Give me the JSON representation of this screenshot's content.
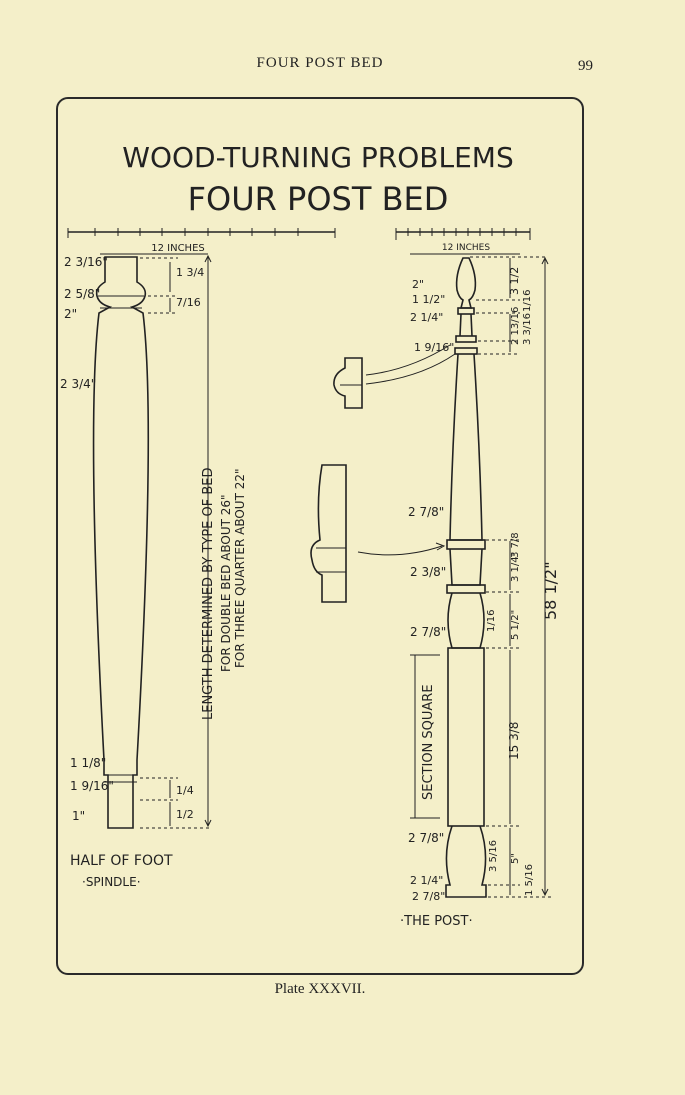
{
  "running_head": "FOUR POST BED",
  "page_number": "99",
  "plate": {
    "title_line1": "WOOD-TURNING PROBLEMS",
    "title_line2": "FOUR POST BED",
    "left_scale_label": "12 INCHES",
    "right_scale_label": "12 INCHES",
    "foot_spindle": {
      "label_line1": "HALF OF FOOT",
      "label_line2": "·SPINDLE·",
      "dims_left": [
        "2 3/16\"",
        "2 5/8\"",
        "2\"",
        "2 3/4\"",
        "1 1/8\"",
        "1 9/16\"",
        "1\""
      ],
      "dims_right": [
        "1 3/4",
        "7/16",
        "1/4",
        "1/2"
      ],
      "length_note": "LENGTH DETERMINED BY TYPE OF BED",
      "double_note": "FOR DOUBLE BED ABOUT 26\"",
      "three_quarter_note": "FOR THREE QUARTER ABOUT 22\""
    },
    "post": {
      "label": "·THE POST·",
      "dims_left": [
        "2\"",
        "1 1/2\"",
        "2 1/4\"",
        "1 9/16\"",
        "2 7/8\"",
        "2 3/8\"",
        "2 7/8\"",
        "2 7/8\"",
        "2 1/4\"",
        "2 7/8\""
      ],
      "dims_right": [
        "3 1/2",
        "1/16",
        "2 13/16",
        "3 3/16",
        "3 7/8",
        "3 1/4\"",
        "1/16",
        "5 1/2\"",
        "15 3/8",
        "3 5/16",
        "5\"",
        "1 5/16"
      ],
      "section_square": "SECTION SQUARE",
      "overall": "58 1/2\""
    }
  },
  "caption": "Plate XXXVII."
}
